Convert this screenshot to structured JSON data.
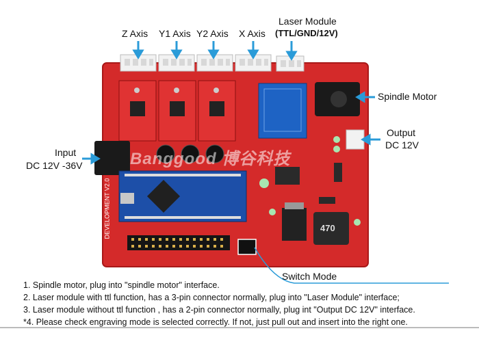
{
  "labels": {
    "z_axis": "Z Axis",
    "y1_axis": "Y1 Axis",
    "y2_axis": "Y2 Axis",
    "x_axis": "X Axis",
    "laser_module_title": "Laser Module",
    "laser_module_pins": "(TTL/GND/12V)",
    "spindle_motor": "Spindle Motor",
    "output_line1": "Output",
    "output_line2": "DC 12V",
    "input_line1": "Input",
    "input_line2": "DC 12V -36V",
    "switch_mode": "Switch Mode"
  },
  "board": {
    "watermark": "Banggood 博谷科技",
    "inductor_value": "470",
    "silkscreen_version": "DEVELOPMENT V2.0"
  },
  "notes": [
    "1. Spindle motor, plug into \"spindle motor\" interface.",
    "2. Laser module with ttl function, has a 3-pin connector normally, plug into \"Laser Module\" interface;",
    "3. Laser module without ttl function , has a 2-pin connector normally, plug int \"Output DC 12V\" interface.",
    "*4. Please check engraving mode is selected correctly. If not, just pull out and insert into the right one."
  ],
  "colors": {
    "board_red": "#d42a2a",
    "arrow_blue": "#2a9bd8",
    "nano_blue": "#1d4fa8"
  }
}
